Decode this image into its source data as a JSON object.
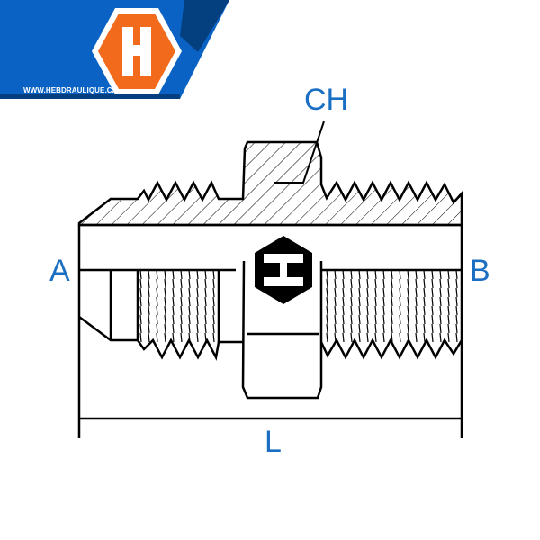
{
  "brand": {
    "url": "WWW.HEBDRAULIQUE.CA",
    "logo_letter": "H",
    "colors": {
      "blue": "#0a63c4",
      "dark_blue": "#043f80",
      "orange": "#f26b1d",
      "label_blue": "#1b6fc2"
    }
  },
  "diagram": {
    "labels": {
      "hex": "CH",
      "port_a": "A",
      "port_b": "B",
      "length": "L"
    }
  }
}
